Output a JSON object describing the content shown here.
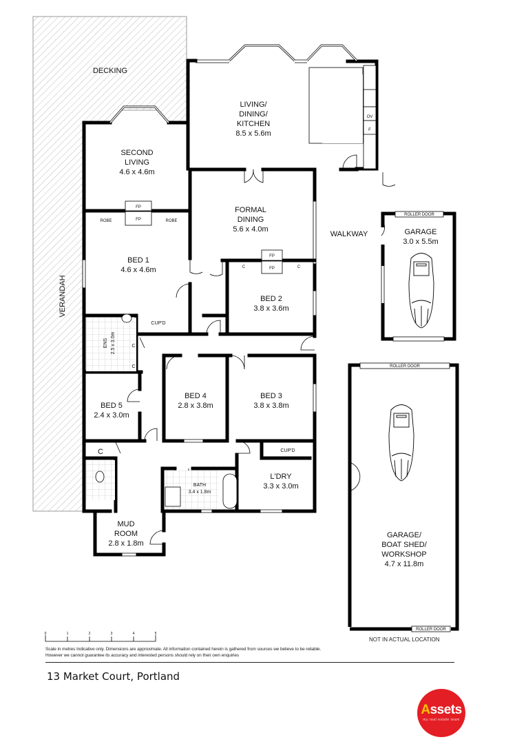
{
  "property": {
    "address": "13 Market Court, Portland"
  },
  "outdoor": [
    {
      "id": "decking",
      "label": "DECKING"
    },
    {
      "id": "verandah",
      "label": "VERANDAH"
    },
    {
      "id": "walkway",
      "label": "WALKWAY"
    }
  ],
  "rooms": {
    "living": {
      "name_lines": [
        "LIVING/",
        "DINING/",
        "KITCHEN"
      ],
      "size": "8.5 x 5.6m"
    },
    "second_living": {
      "name_lines": [
        "SECOND",
        "LIVING"
      ],
      "size": "4.6 x 4.6m"
    },
    "formal_dining": {
      "name_lines": [
        "FORMAL",
        "DINING"
      ],
      "size": "5.6 x 4.0m"
    },
    "bed1": {
      "name": "BED 1",
      "size": "4.6 x 4.6m"
    },
    "bed2": {
      "name": "BED 2",
      "size": "3.8 x 3.6m"
    },
    "bed3": {
      "name": "BED 3",
      "size": "3.8 x 3.8m"
    },
    "bed4": {
      "name": "BED 4",
      "size": "2.8 x 3.8m"
    },
    "bed5": {
      "name": "BED 5",
      "size": "2.4 x 3.0m"
    },
    "ens": {
      "name": "ENS",
      "size": "2.5 x 3.0m"
    },
    "bath": {
      "name": "BATH",
      "size": "3.4 x 1.8m"
    },
    "laundry": {
      "name": "L'DRY",
      "size": "3.3 x 3.0m"
    },
    "mud_room": {
      "name_lines": [
        "MUD",
        "ROOM"
      ],
      "size": "2.8 x 1.8m"
    },
    "garage": {
      "name": "GARAGE",
      "size": "3.0 x 5.5m"
    },
    "garage_workshop": {
      "name_lines": [
        "GARAGE/",
        "BOAT SHED/",
        "WORKSHOP"
      ],
      "size": "4.7 x 11.8m"
    }
  },
  "fixtures": {
    "robe": "ROBE",
    "fireplace": "FP",
    "cupboard": "C",
    "cupboard_long": "CUP'D",
    "oven": "OV",
    "fridge": "F",
    "roller_door": "ROLLER DOOR"
  },
  "scale": {
    "ticks": [
      "0",
      "1",
      "2",
      "3",
      "4",
      "5"
    ],
    "unit": "metres"
  },
  "notes": {
    "not_in_actual_location": "NOT IN ACTUAL LOCATION",
    "disclaimer": "Scale in metres Indicative only. Dimensions are approximate. All information contained herein is gathered from sources we believe to be reliable. However we cannot guarantee its accuracy and interested persons should rely on their own enquiries"
  },
  "branding": {
    "logo_word_first": "A",
    "logo_word_rest": "ssets",
    "logo_tagline": "my real estate team",
    "brand_red": "#e31e24",
    "brand_yellow": "#f5c400"
  }
}
